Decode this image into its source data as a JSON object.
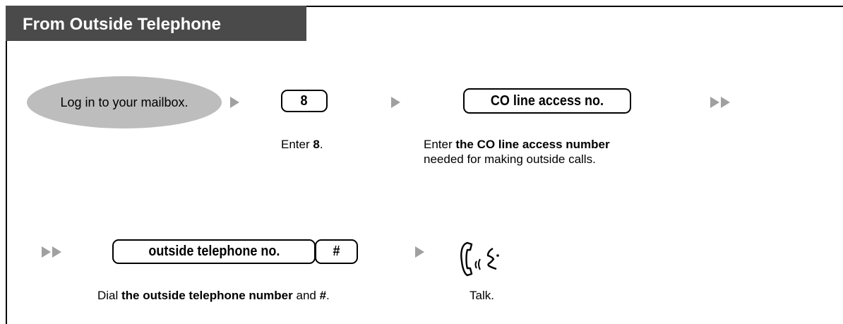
{
  "title": "From Outside Telephone",
  "row1": {
    "step1": {
      "label": "Log in to your mailbox."
    },
    "step2": {
      "key": "8",
      "caption_prefix": "Enter ",
      "caption_bold": "8",
      "caption_suffix": "."
    },
    "step3": {
      "key": "CO line access no.",
      "caption_prefix": "Enter ",
      "caption_bold": "the CO line access number",
      "caption_line2": "needed for making outside calls."
    }
  },
  "row2": {
    "step4": {
      "key": "outside telephone no.",
      "key2": "#",
      "caption_prefix": "Dial ",
      "caption_bold": "the outside telephone number",
      "caption_mid": " and ",
      "caption_bold2": "#",
      "caption_suffix": "."
    },
    "step5": {
      "icon": "talk-icon",
      "caption": "Talk."
    }
  },
  "colors": {
    "title_bg": "#4a4a4a",
    "oval_bg": "#bdbdbd",
    "arrow": "#a0a0a0"
  }
}
